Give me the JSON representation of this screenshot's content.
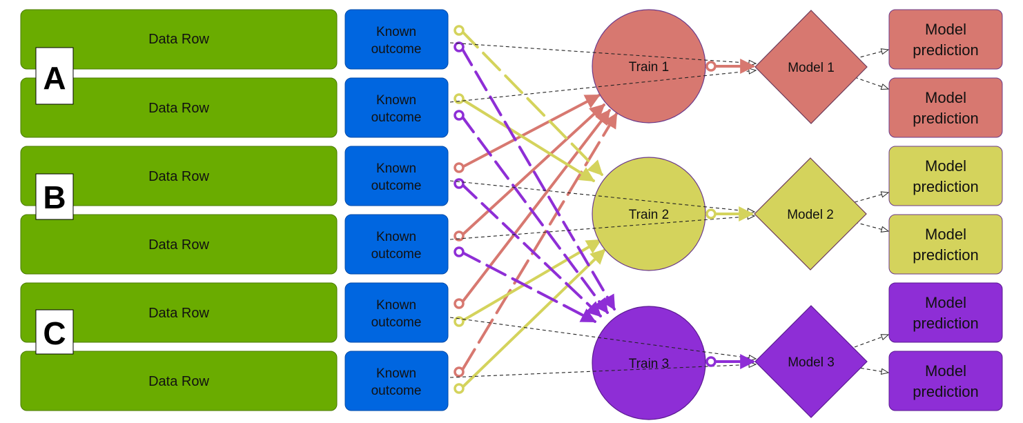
{
  "colors": {
    "data_row": "#6aac00",
    "known_outcome": "#0066e0",
    "train_1": "#d77870",
    "train_2": "#d4d35c",
    "train_3": "#8e2ed6",
    "dashed": "#222222"
  },
  "data_rows": [
    {
      "label": "Data Row"
    },
    {
      "label": "Data Row"
    },
    {
      "label": "Data Row"
    },
    {
      "label": "Data Row"
    },
    {
      "label": "Data Row"
    },
    {
      "label": "Data Row"
    }
  ],
  "group_labels": [
    "A",
    "B",
    "C"
  ],
  "known_outcomes": [
    {
      "line1": "Known",
      "line2": "outcome"
    },
    {
      "line1": "Known",
      "line2": "outcome"
    },
    {
      "line1": "Known",
      "line2": "outcome"
    },
    {
      "line1": "Known",
      "line2": "outcome"
    },
    {
      "line1": "Known",
      "line2": "outcome"
    },
    {
      "line1": "Known",
      "line2": "outcome"
    }
  ],
  "trains": [
    {
      "label": "Train 1"
    },
    {
      "label": "Train 2"
    },
    {
      "label": "Train 3"
    }
  ],
  "models": [
    {
      "label": "Model 1"
    },
    {
      "label": "Model 2"
    },
    {
      "label": "Model 3"
    }
  ],
  "predictions": [
    {
      "line1": "Model",
      "line2": "prediction"
    },
    {
      "line1": "Model",
      "line2": "prediction"
    },
    {
      "line1": "Model",
      "line2": "prediction"
    },
    {
      "line1": "Model",
      "line2": "prediction"
    },
    {
      "line1": "Model",
      "line2": "prediction"
    },
    {
      "line1": "Model",
      "line2": "prediction"
    }
  ]
}
